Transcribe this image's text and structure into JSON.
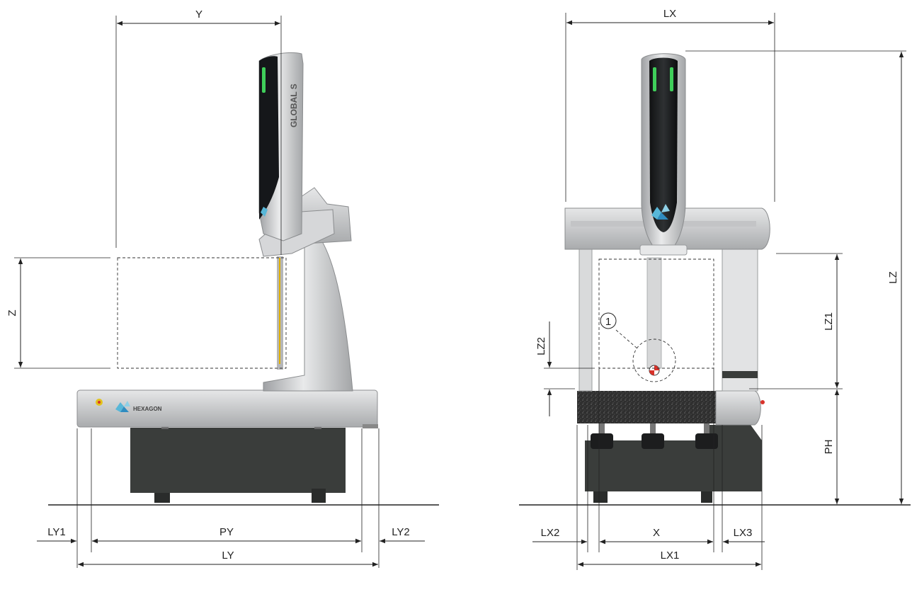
{
  "side_view": {
    "brand_vertical": "GLOBAL S",
    "brand_base": "HEXAGON",
    "labels": {
      "y": "Y",
      "z": "Z",
      "ly1": "LY1",
      "py": "PY",
      "ly2": "LY2",
      "ly": "LY"
    }
  },
  "front_view": {
    "callout": "1",
    "labels": {
      "lx": "LX",
      "lz": "LZ",
      "lz1": "LZ1",
      "lz2": "LZ2",
      "ph": "PH",
      "lx2": "LX2",
      "x": "X",
      "lx3": "LX3",
      "lx1": "LX1"
    }
  },
  "colors": {
    "granite": "#2b2b2b",
    "stand": "#3a3d3b",
    "metal": "#c9cacc",
    "accent_green": "#3fcf5a",
    "probe_red": "#d8322a"
  }
}
